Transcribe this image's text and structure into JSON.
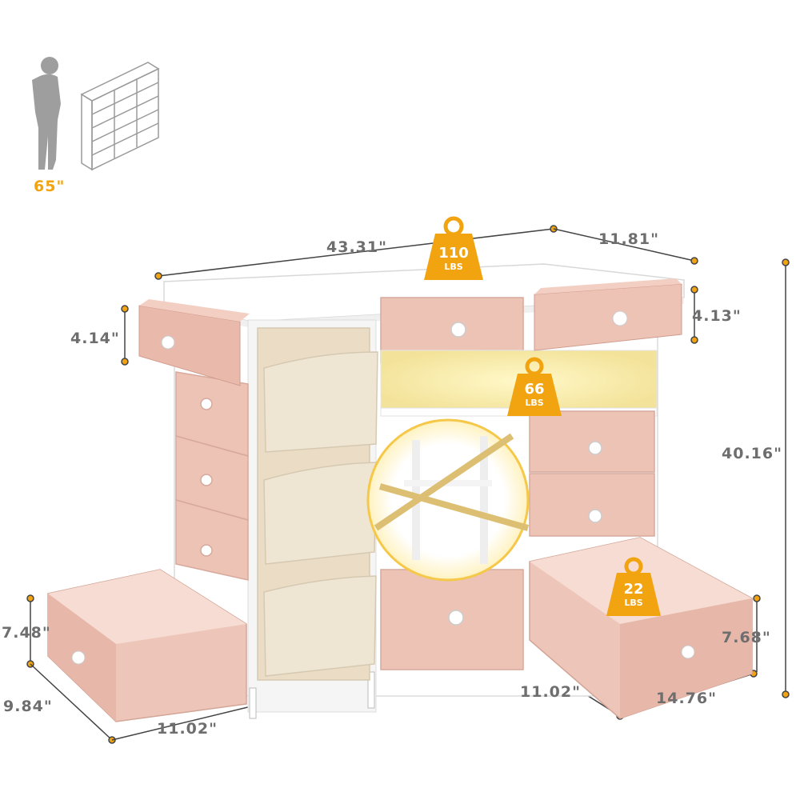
{
  "colors": {
    "accent": "#f2a310",
    "drawer_pink": "#edc3b6",
    "pocket_beige": "#efe5d3",
    "frame_white": "#ffffff",
    "dimension_text": "#6e6e6e"
  },
  "height_reference": {
    "figure_icon": "standing-person-icon",
    "figure_height": "65\""
  },
  "dimensions": {
    "width": "43.31\"",
    "depth": "11.81\"",
    "height": "40.16\"",
    "top_drawer_left_height": "4.14\"",
    "top_drawer_right_height": "4.13\"",
    "large_drawer_left_height": "7.48\"",
    "large_drawer_left_width": "9.84\"",
    "large_drawer_left_depth": "11.02\"",
    "large_drawer_right_depth": "11.02\"",
    "large_drawer_right_width": "14.76\"",
    "large_drawer_right_height": "7.68\""
  },
  "weight_badges": [
    {
      "value": "110",
      "unit": "LBS"
    },
    {
      "value": "66",
      "unit": "LBS"
    },
    {
      "value": "22",
      "unit": "LBS"
    }
  ],
  "detail_callout": {
    "icon": "x-brace-detail-icon"
  }
}
